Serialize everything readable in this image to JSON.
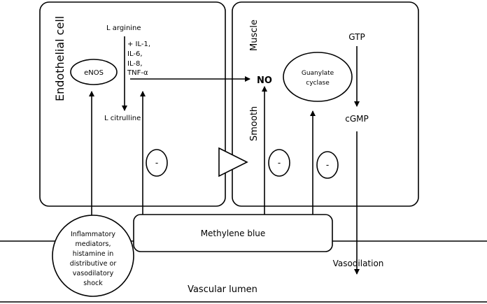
{
  "labels": {
    "endothelial_cell": "Endothelial cell",
    "muscle": "Muscle",
    "smooth": "Smooth",
    "l_arginine": "L arginine",
    "cytokines": [
      "+ IL-1,",
      "IL-6,",
      "IL-8,",
      "TNF-α"
    ],
    "enos": "eNOS",
    "l_citrulline": "L citrulline",
    "no": "NO",
    "guanylate_cyclase": [
      "Guanylate",
      "cyclase"
    ],
    "gtp": "GTP",
    "cgmp": "cGMP",
    "inhibit_sign": "-",
    "methylene_blue": "Methylene blue",
    "inflammatory": [
      "Inflammatory",
      "mediators,",
      "histamine in",
      "distributive or",
      "vasodilatory",
      "shock"
    ],
    "vasodilation": "Vasodilation",
    "vascular_lumen": "Vascular lumen"
  }
}
